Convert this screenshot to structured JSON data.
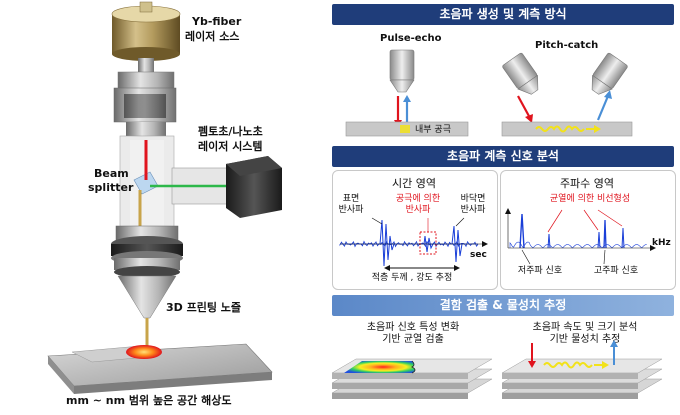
{
  "left_diagram": {
    "laser_source_line1": "Yb-fiber",
    "laser_source_line2": "레이저 소스",
    "femto_line1": "펨토초/나노초",
    "femto_line2": "레이저 시스템",
    "beam_splitter_line1": "Beam",
    "beam_splitter_line2": "splitter",
    "nozzle_label": "3D 프린팅 노즐",
    "bottom_caption": "mm ~ nm 범위 높은 공간 해상도"
  },
  "section1": {
    "header": "초음파 생성 및 계측 방식",
    "pulse_echo": "Pulse-echo",
    "pitch_catch": "Pitch-catch",
    "internal_void": "내부 공극"
  },
  "section2": {
    "header": "초음파 계측 신호 분석",
    "time_title": "시간 영역",
    "freq_title": "주파수 영역",
    "surface_line1": "표면",
    "surface_line2": "반사파",
    "void_line1": "공극에 의한",
    "void_line2": "반사파",
    "bottom_line1": "바닥면",
    "bottom_line2": "반사파",
    "sec_unit": "sec",
    "thickness_caption": "적층 두께 , 강도 추정",
    "nonlinear_label": "균열에 의한 비선형성",
    "khz_unit": "kHz",
    "low_freq": "저주파 신호",
    "high_freq": "고주파 신호"
  },
  "section3": {
    "header": "결함 검출 & 물성치 추정",
    "left_line1": "초음파 신호 특성 변화",
    "left_line2": "기반 균열 검출",
    "right_line1": "초음파 속도 및 크기 분석",
    "right_line2": "기반 물성치 추정"
  },
  "colors": {
    "header_blue": "#1f3d7a",
    "signal_blue": "#1a3fd8",
    "laser_red": "#e0141e",
    "arrow_blue": "#4a8fd6",
    "wave_yellow": "#f2e21a",
    "gold": "#b09a5c"
  }
}
